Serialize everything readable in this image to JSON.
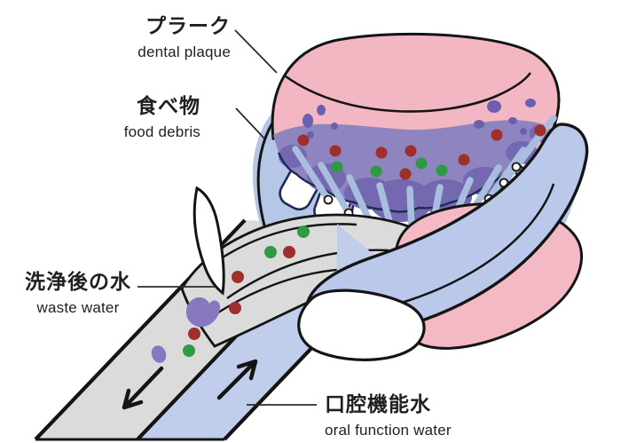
{
  "title": "Oral function water mouthpiece cleaning diagram",
  "labels": {
    "plaque": {
      "ja": "プラーク",
      "en": "dental plaque"
    },
    "food": {
      "ja": "食べ物",
      "en": "food debris"
    },
    "waste": {
      "ja": "洗浄後の水",
      "en": "waste water"
    },
    "function": {
      "ja": "口腔機能水",
      "en": "oral function water"
    }
  },
  "flows": {
    "waste_water_direction": "down-left",
    "oral_function_water_direction": "up-right"
  },
  "colors": {
    "gum_pink": "#f2b7c3",
    "jaw_pink": "#f3bac5",
    "plaque_purple": "#8e84c0",
    "plaque_core_purple": "#7468b0",
    "plaque_dark_purple": "#6c5fae",
    "tooth_outline_navy": "#1d2c52",
    "mouthpiece_blue": "#bac9e9",
    "backing_blue": "#b6c6e7",
    "water_jet_blue": "#a9bedf",
    "clean_water_blue": "#c0cdeb",
    "waste_water_gray": "#dbdbdb",
    "debris_red": "#a02e2a",
    "debris_green": "#2f9a44",
    "outline_black": "#141414"
  }
}
